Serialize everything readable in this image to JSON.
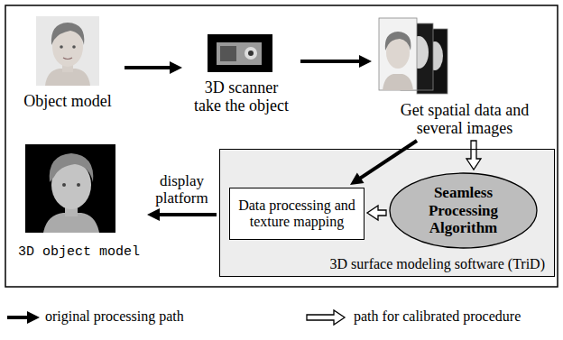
{
  "diagram": {
    "nodes": [
      {
        "text": [
          "Object model"
        ]
      },
      {
        "text": [
          "3D scanner take the object"
        ]
      },
      {
        "text": [
          "Get spatial data and several images"
        ]
      },
      {
        "text": [
          "3D surface modeling software (TriD)"
        ]
      },
      {
        "text": [
          "Data processing and texture mapping"
        ],
        "in": 3
      },
      {
        "text": [
          "Seamless Processing Algorithm"
        ],
        "in": 3
      },
      {
        "text": [
          "3D object model"
        ]
      }
    ],
    "edges": [
      {
        "from": 0,
        "to": 1,
        "arrow": "to"
      },
      {
        "from": 1,
        "to": 2,
        "arrow": "to"
      },
      {
        "from": 2,
        "to": 4,
        "arrow": "to"
      },
      {
        "from": 2,
        "to": 5,
        "arrow": "to"
      },
      {
        "from": 5,
        "to": 4,
        "arrow": "to"
      },
      {
        "from": 3,
        "to": 6,
        "label": "display platform",
        "arrow": "to"
      }
    ],
    "legend": [
      {
        "text": "original processing path"
      },
      {
        "text": "path for calibrated procedure"
      }
    ]
  }
}
